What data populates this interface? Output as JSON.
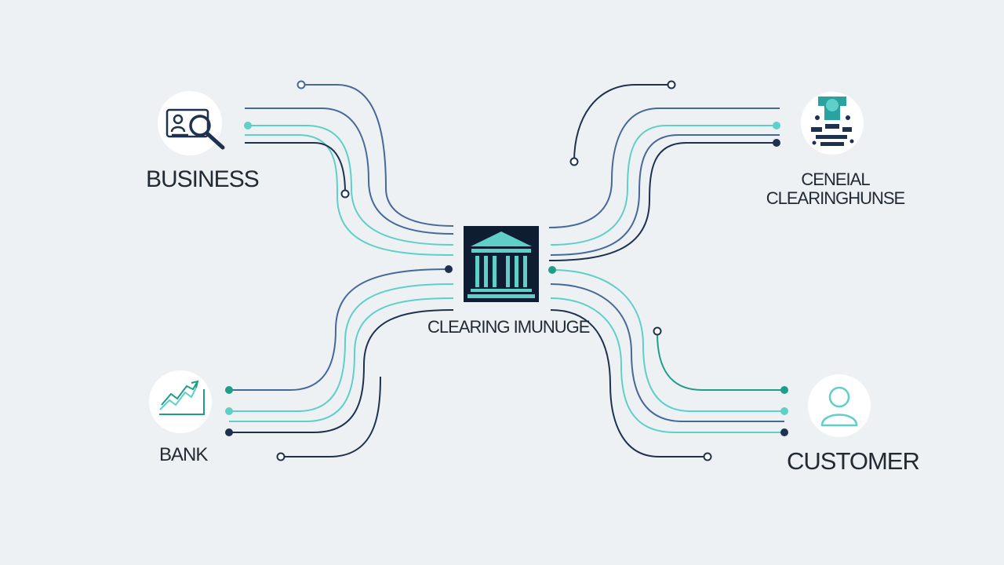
{
  "diagram": {
    "hub": {
      "label": "CLEARING IMUNUGE",
      "icon": "bank-building-icon"
    },
    "nodes": [
      {
        "id": "business",
        "label": "BUSINESS",
        "icon": "id-card-search-icon"
      },
      {
        "id": "central-clearing-house",
        "label_line1": "CENEIAL",
        "label_line2": "CLEARINGHUNSE",
        "icon": "globe-network-icon"
      },
      {
        "id": "bank",
        "label": "BANK",
        "icon": "growth-chart-icon"
      },
      {
        "id": "customer",
        "label": "CUSTOMER",
        "icon": "user-icon"
      }
    ],
    "colors": {
      "background": "#eef1f3",
      "navy": "#1e3250",
      "steel": "#46699a",
      "teal": "#5fcfc8",
      "green": "#1f9e85",
      "hub_fill": "#0f1d33",
      "text": "#222a33"
    }
  }
}
